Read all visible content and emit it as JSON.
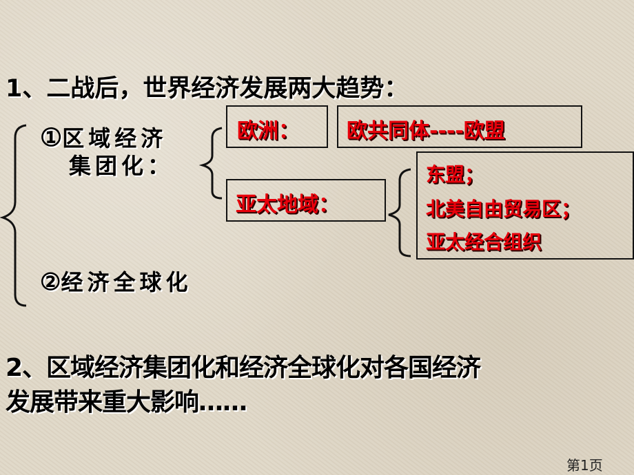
{
  "heading1": "1、二战后，世界经济发展两大趋势：",
  "trend1": {
    "marker": "①",
    "line1": "区域经济",
    "line2": "集团化："
  },
  "trend2": {
    "marker": "②",
    "text": "经济全球化"
  },
  "europe": {
    "label": "欧洲：",
    "value": "欧共同体----欧盟"
  },
  "asia_pacific": {
    "label": "亚太地域：",
    "items": [
      "东盟；",
      "北美自由贸易区；",
      "亚太经合组织"
    ]
  },
  "heading2": {
    "line1": "2、区域经济集团化和经济全球化对各国经济",
    "line2": "发展带来重大影响……"
  },
  "page_number": "第1页",
  "colors": {
    "background": "#e0d8c8",
    "accent_red": "#e8000b",
    "text": "#000000"
  }
}
